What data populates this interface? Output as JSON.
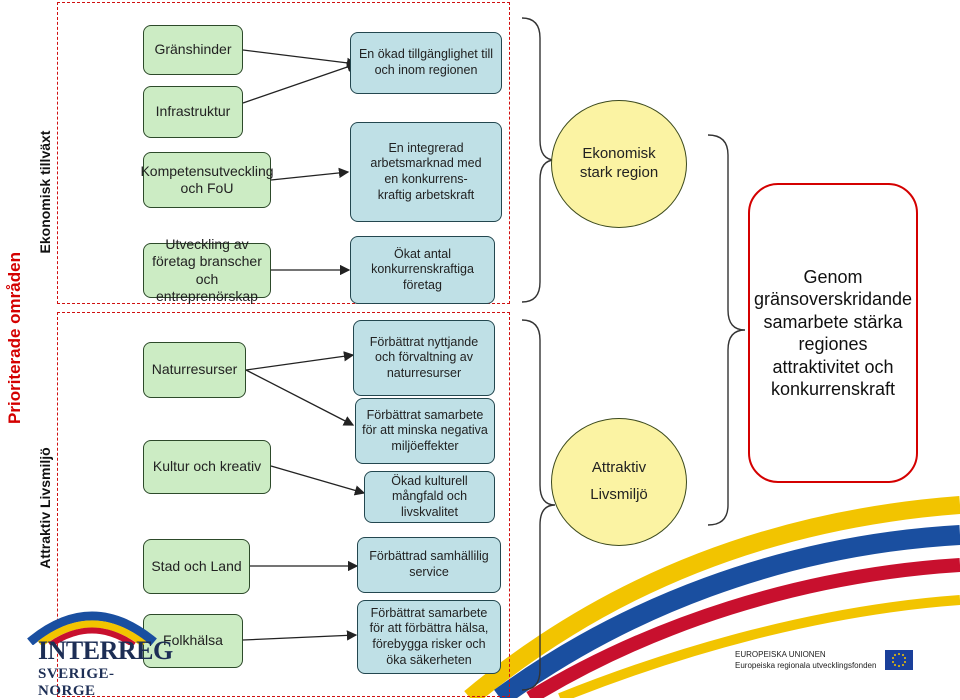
{
  "side_labels": {
    "prioritized": "Prioriterade områden",
    "economic_growth": "Ekonomisk tillväxt",
    "attractive_environment": "Attraktiv Livsmiljö"
  },
  "areas": [
    "Gränshinder",
    "Infrastruktur",
    "Kompetensutveckling och FoU",
    "Utveckling av företag branscher och entreprenörskap",
    "Naturresurser",
    "Kultur och kreativ",
    "Stad och Land",
    "Folkhälsa"
  ],
  "outcomes": [
    "En ökad tillgänglighet till och inom regionen",
    "En integrerad arbetsmarknad med en konkurrens-kraftig arbetskraft",
    "Ökat antal konkurrenskraftiga företag",
    "Förbättrat nyttjande och förvaltning av naturresurser",
    "Förbättrat samarbete för att minska negativa miljöeffekter",
    "Ökad kulturell mångfald och livskvalitet",
    "Förbättrad samhällilig service",
    "Förbättrat samarbete för att förbättra hälsa, förebygga risker och öka säkerheten"
  ],
  "goals": {
    "economic": "Ekonomisk stark region",
    "attractive_line1": "Attraktiv",
    "attractive_line2": "Livsmiljö",
    "overall": "Genom gränsoverskridande samarbete stärka regiones attraktivitet och konkurrenskraft"
  },
  "logo": {
    "brand": "INTERREG",
    "region": "SVERIGE-NORGE",
    "eu_line1": "EUROPEISKA UNIONEN",
    "eu_line2": "Europeiska regionala utvecklingsfonden"
  },
  "colors": {
    "area_fill": "#ccecc4",
    "outcome_fill": "#bfe0e6",
    "goal_fill": "#fbf3a3",
    "accent_red": "#d40000"
  }
}
